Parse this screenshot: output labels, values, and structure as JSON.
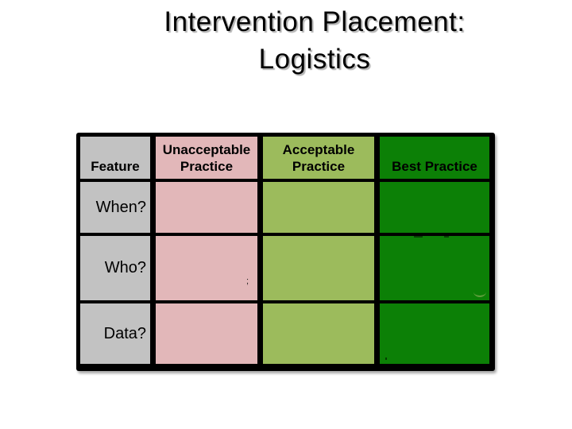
{
  "slide": {
    "title_line1": "Intervention Placement:",
    "title_line2": "Logistics"
  },
  "table": {
    "columns": [
      {
        "key": "feature",
        "label": "Feature",
        "color": "#C2C2C2"
      },
      {
        "key": "unacceptable",
        "label": "Unacceptable Practice",
        "color": "#E2B7B9"
      },
      {
        "key": "acceptable",
        "label": "Acceptable Practice",
        "color": "#9CBB5C"
      },
      {
        "key": "best",
        "label": "Best Practice",
        "color": "#0C8006"
      }
    ],
    "rows": [
      {
        "label": "When?",
        "cells": [
          "",
          "",
          ""
        ]
      },
      {
        "label": "Who?",
        "cells": [
          ";",
          "",
          ""
        ]
      },
      {
        "label": "Data?",
        "cells": [
          "",
          "",
          ""
        ]
      }
    ]
  },
  "colors": {
    "page_background": "#FFFFFF",
    "table_border": "#000000",
    "title_text": "#000000"
  }
}
